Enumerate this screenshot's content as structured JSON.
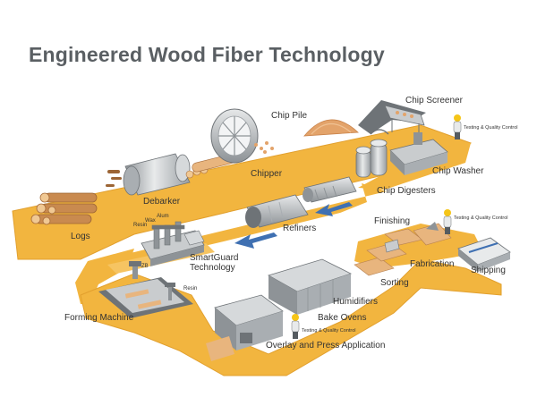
{
  "title": "Engineered Wood Fiber Technology",
  "colors": {
    "conveyor": "#f2b53f",
    "conveyor_edge": "#e2a02e",
    "wood_chips": "#e3a36a",
    "logs": "#e8b57e",
    "machine_steel": "#c9ccce",
    "machine_dark": "#6e7377",
    "arrow_blue": "#3f70b2",
    "title_gray": "#5a5f63",
    "worker_hat": "#f5c518"
  },
  "stations": {
    "logs": "Logs",
    "debarker": "Debarker",
    "chipper": "Chipper",
    "chip_pile": "Chip Pile",
    "chip_screener": "Chip Screener",
    "chip_washer": "Chip Washer",
    "chip_digesters": "Chip Digesters",
    "refiners": "Refiners",
    "smartguard": "SmartGuard\nTechnology",
    "forming_machine": "Forming Machine",
    "overlay_press": "Overlay and Press Application",
    "bake_ovens": "Bake Ovens",
    "humidifiers": "Humidifiers",
    "sorting": "Sorting",
    "fabrication": "Fabrication",
    "finishing": "Finishing",
    "shipping": "Shipping"
  },
  "small_labels": {
    "alum": "Alum",
    "wax": "Wax",
    "resin_1": "Resin",
    "zb": "ZB",
    "resin_2": "Resin"
  },
  "qc_labels": {
    "qc_1": "Testing & Quality Control",
    "qc_2": "Testing & Quality Control",
    "qc_3": "Testing & Quality Control"
  }
}
